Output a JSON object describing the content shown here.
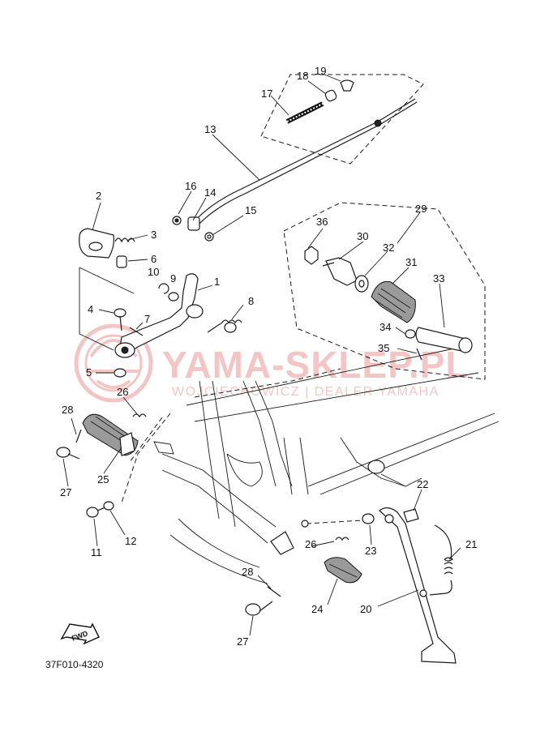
{
  "diagram_code": "37F010-4320",
  "fwd_label": "FWD",
  "watermark": {
    "title": "YAMA-SKLEP.PL",
    "subtitle": "WOJCIECHOWICZ | DEALER YAMAHA",
    "color": "#e15b5b"
  },
  "callouts": [
    {
      "id": "c1",
      "text": "1"
    },
    {
      "id": "c2",
      "text": "2"
    },
    {
      "id": "c3",
      "text": "3"
    },
    {
      "id": "c4",
      "text": "4"
    },
    {
      "id": "c5",
      "text": "5"
    },
    {
      "id": "c6",
      "text": "6"
    },
    {
      "id": "c7",
      "text": "7"
    },
    {
      "id": "c8",
      "text": "8"
    },
    {
      "id": "c9",
      "text": "9"
    },
    {
      "id": "c10",
      "text": "10"
    },
    {
      "id": "c11",
      "text": "11"
    },
    {
      "id": "c12",
      "text": "12"
    },
    {
      "id": "c13",
      "text": "13"
    },
    {
      "id": "c14",
      "text": "14"
    },
    {
      "id": "c15",
      "text": "15"
    },
    {
      "id": "c16",
      "text": "16"
    },
    {
      "id": "c17",
      "text": "17"
    },
    {
      "id": "c18",
      "text": "18"
    },
    {
      "id": "c19",
      "text": "19"
    },
    {
      "id": "c20",
      "text": "20"
    },
    {
      "id": "c21",
      "text": "21"
    },
    {
      "id": "c22",
      "text": "22"
    },
    {
      "id": "c23",
      "text": "23"
    },
    {
      "id": "c24",
      "text": "24"
    },
    {
      "id": "c25",
      "text": "25"
    },
    {
      "id": "c26a",
      "text": "26"
    },
    {
      "id": "c26b",
      "text": "26"
    },
    {
      "id": "c27a",
      "text": "27"
    },
    {
      "id": "c27b",
      "text": "27"
    },
    {
      "id": "c28a",
      "text": "28"
    },
    {
      "id": "c28b",
      "text": "28"
    },
    {
      "id": "c29",
      "text": "29"
    },
    {
      "id": "c30",
      "text": "30"
    },
    {
      "id": "c31",
      "text": "31"
    },
    {
      "id": "c32",
      "text": "32"
    },
    {
      "id": "c33",
      "text": "33"
    },
    {
      "id": "c34",
      "text": "34"
    },
    {
      "id": "c35",
      "text": "35"
    },
    {
      "id": "c36",
      "text": "36"
    }
  ]
}
